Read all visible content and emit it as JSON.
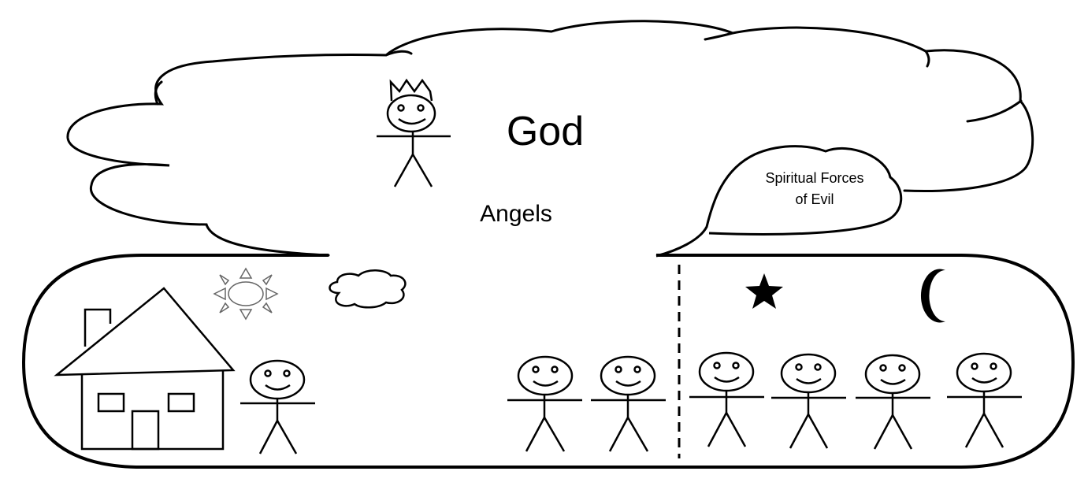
{
  "heaven": {
    "title": "God",
    "subtitle": "Angels",
    "evil_label_line1": "Spiritual Forces",
    "evil_label_line2": "of Evil"
  },
  "earth": {
    "light_side_figures": 3,
    "dark_side_figures": 4
  },
  "icons": {
    "crown": "crown-icon",
    "sun": "sun-icon",
    "small_cloud": "cloud-icon",
    "house": "house-icon",
    "star": "star-icon",
    "moon": "crescent-moon-icon"
  },
  "colors": {
    "stroke": "#000000",
    "sun_stroke": "#666666",
    "background": "#ffffff"
  }
}
